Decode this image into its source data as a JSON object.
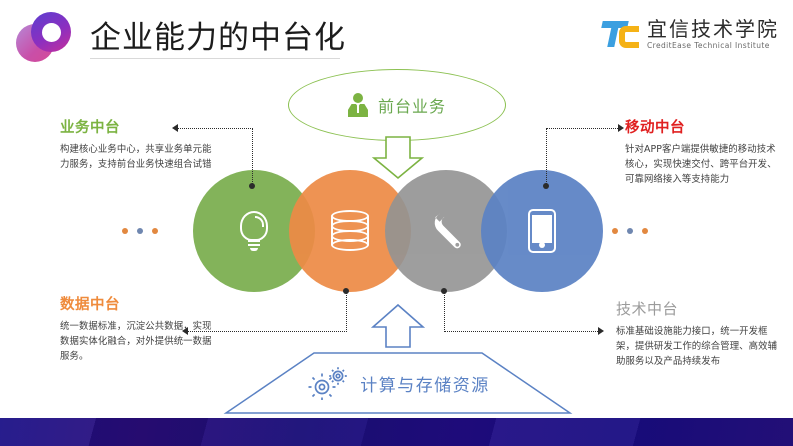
{
  "header": {
    "title": "企业能力的中台化",
    "logo_icon": "overlapping-circles-logo",
    "corp": {
      "icon": "tc-monogram-icon",
      "name_cn": "宜信技术学院",
      "name_en": "CreditEase Technical Institute"
    }
  },
  "front_office": {
    "icon": "person-icon",
    "label": "前台业务"
  },
  "arrows": {
    "down_icon": "arrow-down-icon",
    "up_icon": "arrow-up-icon"
  },
  "platforms": [
    {
      "key": "business",
      "icon": "lightbulb-icon",
      "color": "#83b35a"
    },
    {
      "key": "data",
      "icon": "database-icon",
      "color": "#ed8b46"
    },
    {
      "key": "technology",
      "icon": "wrench-icon",
      "color": "#939393"
    },
    {
      "key": "mobile",
      "icon": "mobile-phone-icon",
      "color": "#5b82c4"
    }
  ],
  "blocks": {
    "business": {
      "heading": "业务中台",
      "body": "构建核心业务中心，共享业务单元能力服务，支持前台业务快速组合试错",
      "color": "#7cb342"
    },
    "data": {
      "heading": "数据中台",
      "body": "统一数据标准，沉淀公共数据，实现数据实体化融合，对外提供统一数据服务。",
      "color": "#ef8b3c"
    },
    "mobile": {
      "heading": "移动中台",
      "body": "针对APP客户端提供敏捷的移动技术核心，实现快速交付、跨平台开发、可靠网络接入等支持能力",
      "color": "#e02020"
    },
    "technology": {
      "heading": "技术中台",
      "body": "标准基础设施能力接口，统一开发框架，提供研发工作的综合管理、高效辅助服务以及产品持续发布",
      "color": "#9b9b9b"
    }
  },
  "base": {
    "icon": "gears-icon",
    "label": "计算与存储资源",
    "color": "#5b82c4"
  },
  "ellipsis": {
    "left": [
      "dot",
      "dot",
      "dot"
    ],
    "right": [
      "dot",
      "dot",
      "dot"
    ]
  },
  "footer": {
    "color": "#1d0d80"
  }
}
